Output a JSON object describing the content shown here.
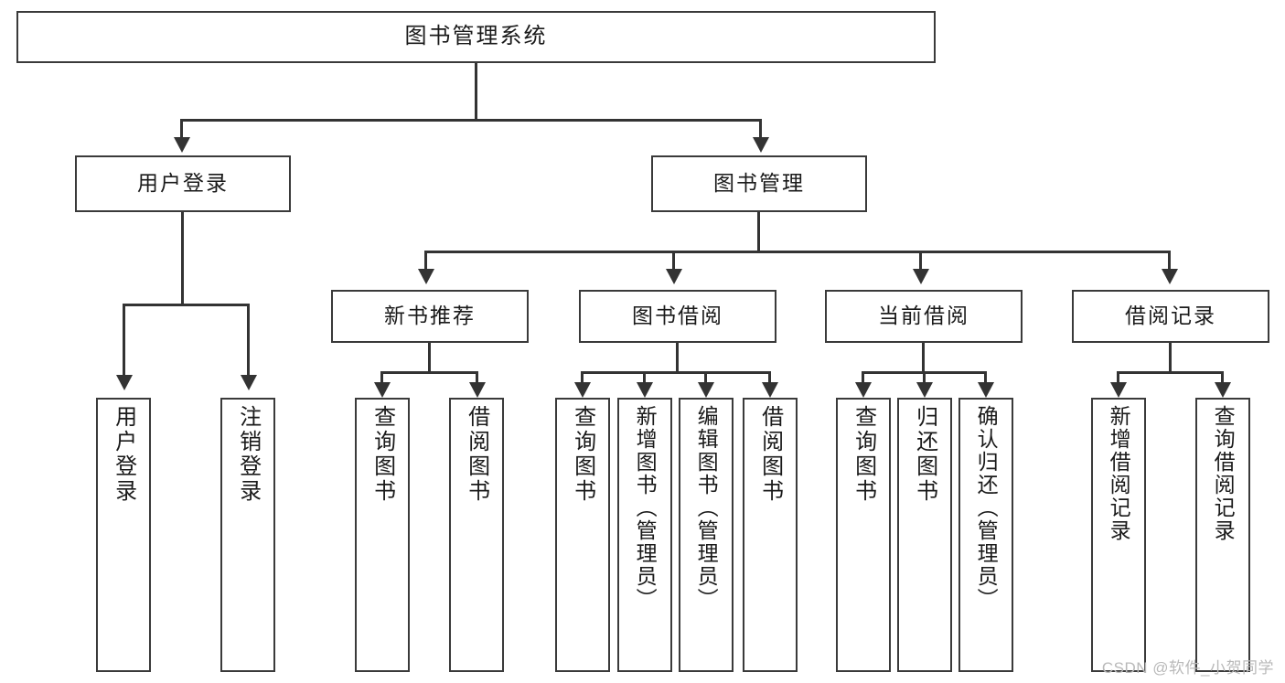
{
  "diagram": {
    "title": "图书管理系统",
    "type": "tree",
    "orientation": "top-down",
    "colors": {
      "box_border": "#3a3a3a",
      "box_fill": "#ffffff",
      "connector": "#333333",
      "text": "#1a1a1a",
      "watermark": "#b9b9b9",
      "background": "#ffffff"
    },
    "nodes": {
      "root": {
        "label": "图书管理系统",
        "level": 1
      },
      "level2": [
        {
          "id": "user-login",
          "label": "用户登录"
        },
        {
          "id": "book-management",
          "label": "图书管理"
        }
      ],
      "level3": [
        {
          "id": "new-book-recommend",
          "label": "新书推荐",
          "parent": "book-management"
        },
        {
          "id": "book-borrow",
          "label": "图书借阅",
          "parent": "book-management"
        },
        {
          "id": "current-borrow",
          "label": "当前借阅",
          "parent": "book-management"
        },
        {
          "id": "borrow-record",
          "label": "借阅记录",
          "parent": "book-management"
        }
      ],
      "leaves": {
        "user-login": [
          {
            "id": "leaf-user-login",
            "label": "用户登录"
          },
          {
            "id": "leaf-logout-login",
            "label": "注销登录"
          }
        ],
        "new-book-recommend": [
          {
            "id": "leaf-query-book-1",
            "label": "查询图书"
          },
          {
            "id": "leaf-borrow-book-1",
            "label": "借阅图书"
          }
        ],
        "book-borrow": [
          {
            "id": "leaf-query-book-2",
            "label": "查询图书"
          },
          {
            "id": "leaf-add-book",
            "label": "新增图书（管理员）"
          },
          {
            "id": "leaf-edit-book",
            "label": "编辑图书（管理员）"
          },
          {
            "id": "leaf-borrow-book-2",
            "label": "借阅图书"
          }
        ],
        "current-borrow": [
          {
            "id": "leaf-query-book-3",
            "label": "查询图书"
          },
          {
            "id": "leaf-return-book",
            "label": "归还图书"
          },
          {
            "id": "leaf-confirm-return",
            "label": "确认归还（管理员）"
          }
        ],
        "borrow-record": [
          {
            "id": "leaf-add-record",
            "label": "新增借阅记录"
          },
          {
            "id": "leaf-query-record",
            "label": "查询借阅记录"
          }
        ]
      }
    }
  },
  "watermark": {
    "text": "CSDN @软件_小贺同学"
  }
}
